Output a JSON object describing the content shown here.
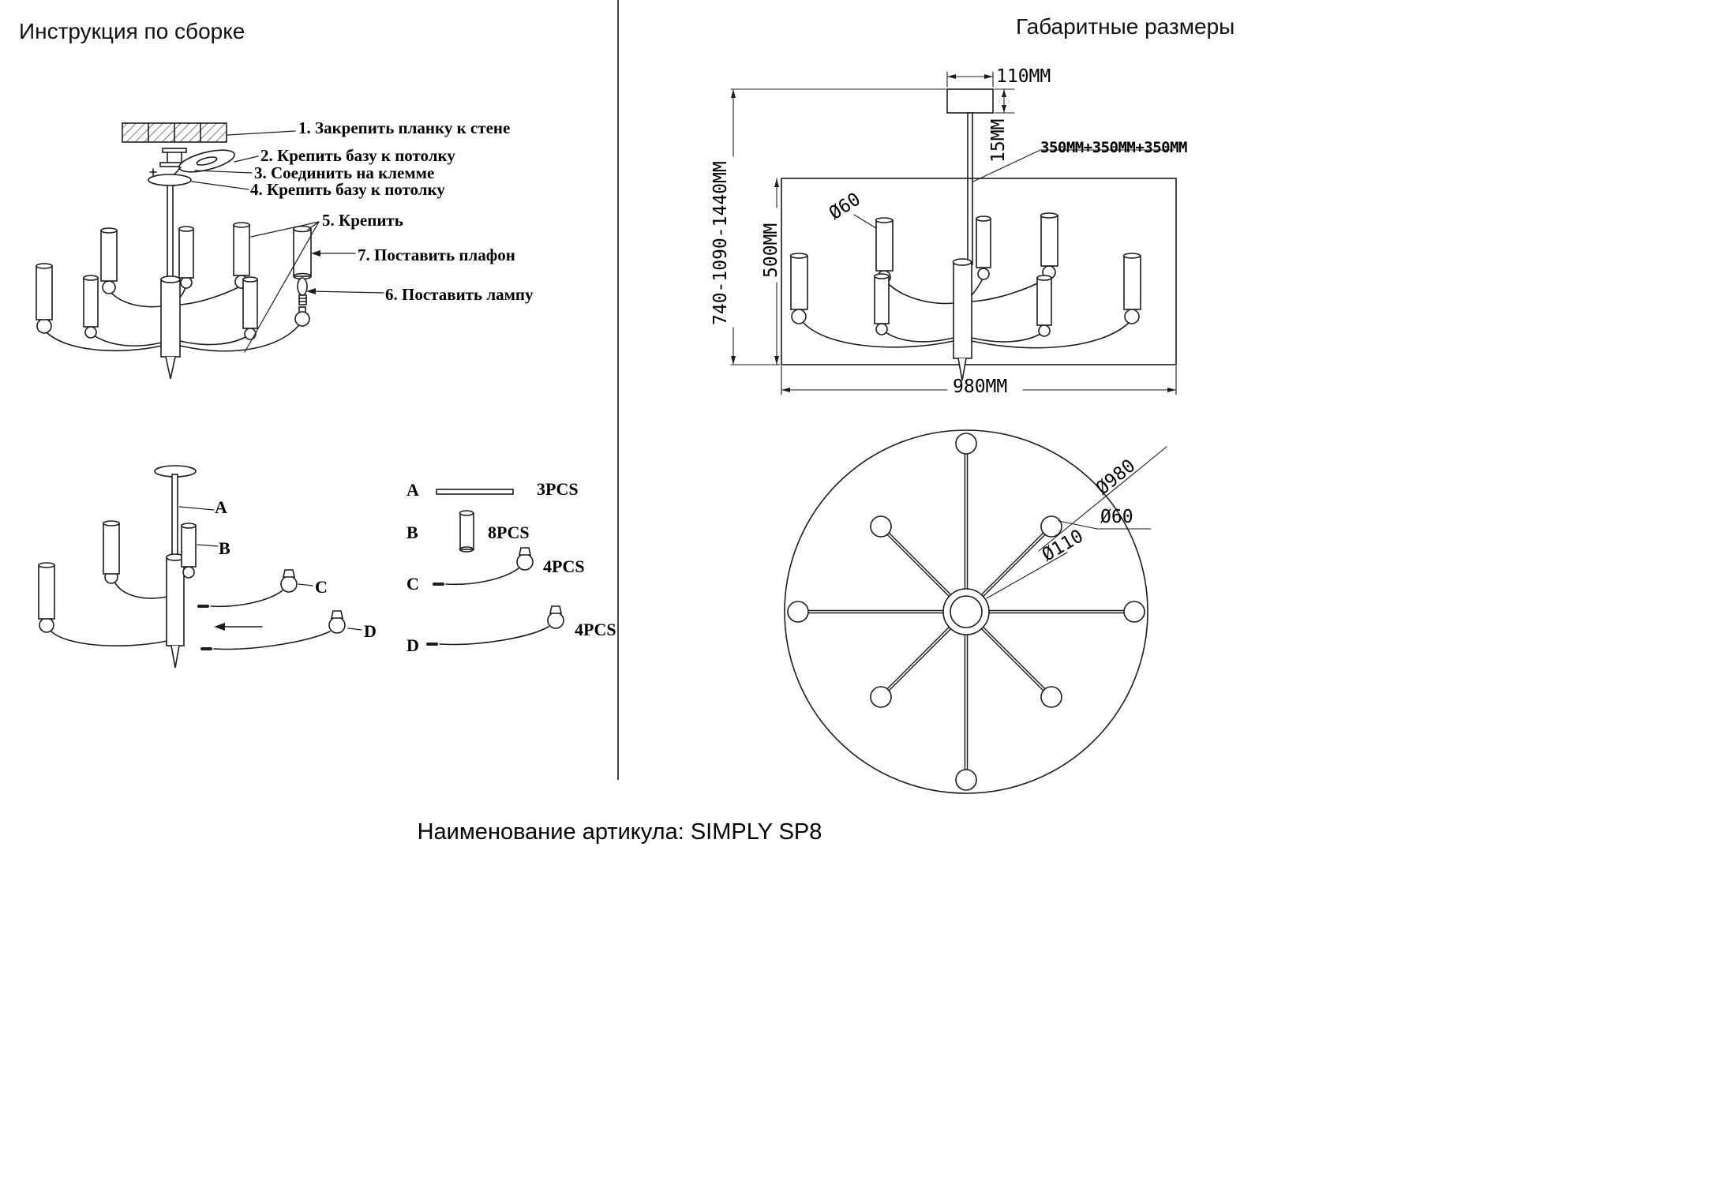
{
  "page": {
    "footer": "Наименование артикула: SIMPLY SP8"
  },
  "assembly": {
    "title": "Инструкция по сборке",
    "steps": [
      "1. Закрепить планку к стене",
      "2. Крепить базу к потолку",
      "3. Соединить на клемме",
      "4. Крепить базу к потолку",
      "5. Крепить",
      "7. Поставить плафон",
      "6. Поставить лампу"
    ],
    "exploded": {
      "a": "A",
      "b": "B",
      "c": "C",
      "d": "D"
    },
    "parts": [
      {
        "key": "A",
        "qty": "3PCS"
      },
      {
        "key": "B",
        "qty": "8PCS"
      },
      {
        "key": "C",
        "qty": "4PCS"
      },
      {
        "key": "D",
        "qty": "4PCS"
      }
    ]
  },
  "dimensions": {
    "title": "Габаритные размеры",
    "canopy_width": "110MM",
    "canopy_height": "15MM",
    "rods": "350MM+350MM+350MM",
    "shade_diameter": "Ø60",
    "body_height": "500MM",
    "overall_height": "740-1090-1440MM",
    "overall_width": "980MM",
    "top_view": {
      "outer": "Ø980",
      "shade": "Ø60",
      "hub": "Ø110"
    }
  }
}
